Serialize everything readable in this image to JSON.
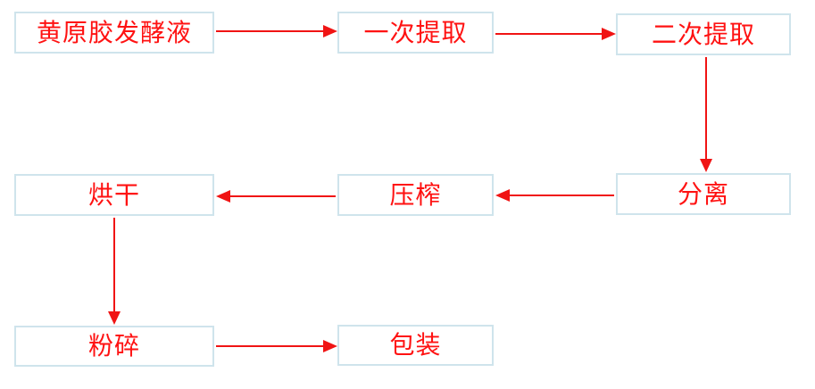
{
  "diagram": {
    "type": "flowchart",
    "title": "",
    "colors": {
      "background": "#ffffff",
      "box_border": "#cfe4ec",
      "text": "#ff1212",
      "arrow": "#f01414"
    },
    "nodes": [
      {
        "id": "fermentation-broth",
        "label": "黄原胶发酵液"
      },
      {
        "id": "first-extraction",
        "label": "一次提取"
      },
      {
        "id": "second-extraction",
        "label": "二次提取"
      },
      {
        "id": "separation",
        "label": "分离"
      },
      {
        "id": "pressing",
        "label": "压榨"
      },
      {
        "id": "drying",
        "label": "烘干"
      },
      {
        "id": "crushing",
        "label": "粉碎"
      },
      {
        "id": "packaging",
        "label": "包装"
      }
    ],
    "edges": [
      {
        "from": "黄原胶发酵液",
        "to": "一次提取",
        "direction": "right"
      },
      {
        "from": "一次提取",
        "to": "二次提取",
        "direction": "right"
      },
      {
        "from": "二次提取",
        "to": "分离",
        "direction": "down"
      },
      {
        "from": "分离",
        "to": "压榨",
        "direction": "left"
      },
      {
        "from": "压榨",
        "to": "烘干",
        "direction": "left"
      },
      {
        "from": "烘干",
        "to": "粉碎",
        "direction": "down"
      },
      {
        "from": "粉碎",
        "to": "包装",
        "direction": "right"
      }
    ]
  }
}
